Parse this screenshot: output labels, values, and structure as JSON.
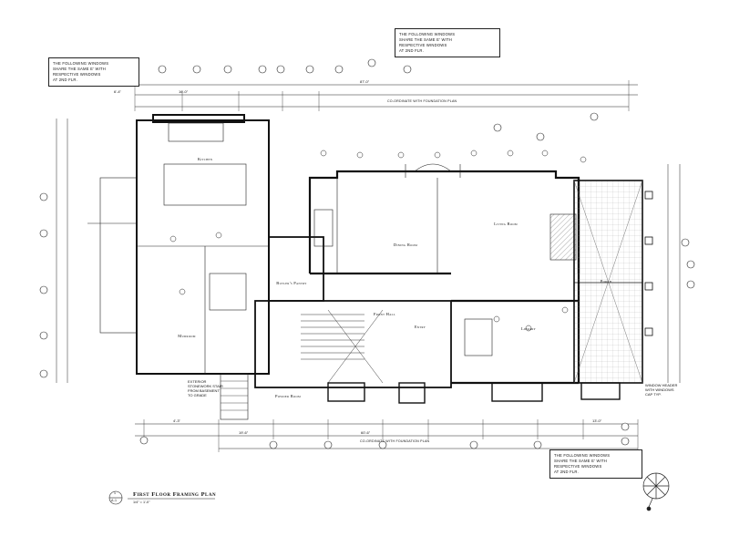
{
  "drawing": {
    "title": "First Floor Framing Plan",
    "scale": "1/4\" = 1'-0\"",
    "detail_ref": "1",
    "sheet_ref": "A-1",
    "coordinated_top": "CO-ORDINATE WITH FOUNDATION PLAN",
    "coordinated_bottom": "CO-ORDINATE WITH FOUNDATION PLAN"
  },
  "notes": {
    "top_left": [
      "THE FOLLOWING WINDOWS",
      "SHARE THE SAME E' WITH",
      "RESPECTIVE WINDOWS",
      "AT 2ND FLR."
    ],
    "top_center": [
      "THE FOLLOWING WINDOWS",
      "SHARE THE SAME E' WITH",
      "RESPECTIVE WINDOWS",
      "AT 2ND FLR."
    ],
    "bottom_right": [
      "THE FOLLOWING WINDOWS",
      "SHARE THE SAME E' WITH",
      "RESPECTIVE WINDOWS",
      "AT 2ND FLR."
    ],
    "exterior_stairs": [
      "EXTERIOR",
      "STONEWORK STAIR",
      "FROM BASEMENT",
      "TO GRADE"
    ],
    "porch_note": [
      "WINDOW HEADER",
      "WITH WINDOWS",
      "CAP TYP."
    ]
  },
  "rooms": {
    "kitchen": "Kitchen",
    "mudroom": "Mudroom",
    "dining": "Dining Room",
    "living": "Living Room",
    "library": "Library",
    "entry": "Entry",
    "front_hall": "Front Hall",
    "butlers": "Butler's Pantry",
    "powder": "Powder Room",
    "porch": "Porch"
  },
  "dimensions": {
    "overall": "87'-0\"",
    "top_left": "6'-4\"",
    "top_mid": "16'-0\"",
    "bottom_left": "4'-3\"",
    "bottom_mid": "19'-6\"",
    "bottom_center": "60'-6\"",
    "right": "13'-0\""
  }
}
